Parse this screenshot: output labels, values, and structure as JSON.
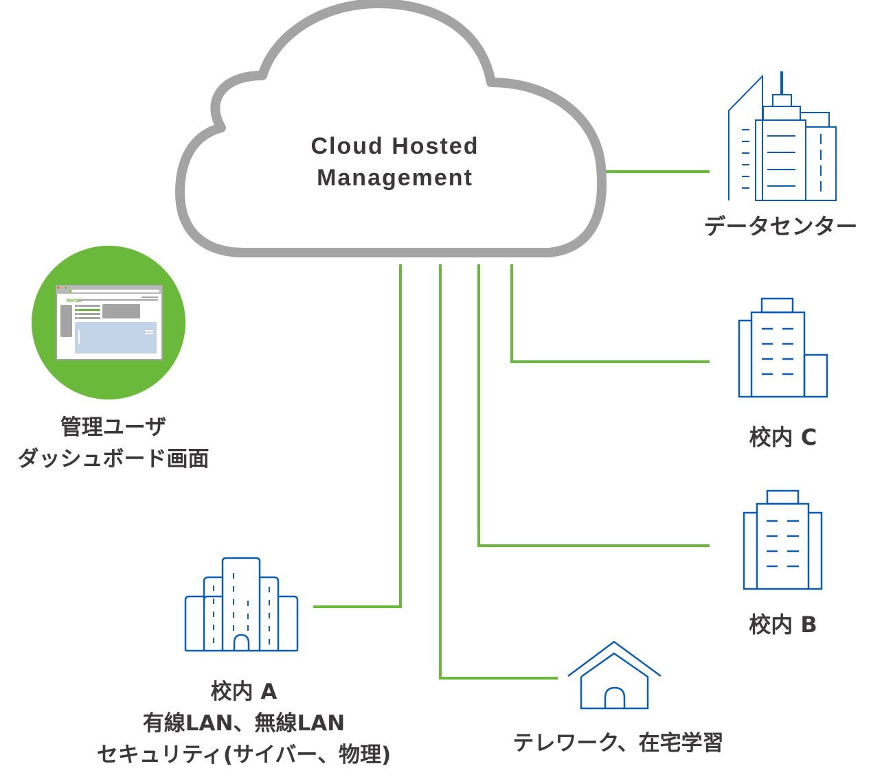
{
  "colors": {
    "cloud_stroke": "#a5a4a4",
    "connector": "#6ab93a",
    "icon_blue": "#0b5db3",
    "dashboard_circle": "#6ab93a",
    "text": "#3a3838"
  },
  "cloud": {
    "title_line1": "Cloud Hosted",
    "title_line2": "Management",
    "icon": "cloud-icon"
  },
  "nodes": {
    "datacenter": {
      "label": "データセンター",
      "icon": "datacenter-buildings-icon"
    },
    "campus_c": {
      "label": "校内 C",
      "icon": "office-building-icon"
    },
    "campus_b": {
      "label": "校内 B",
      "icon": "office-building-icon"
    },
    "campus_a": {
      "line1": "校内 A",
      "line2": "有線LAN、無線LAN",
      "line3": "セキュリティ(サイバー、物理)",
      "icon": "school-building-icon"
    },
    "telework": {
      "label": "テレワーク、在宅学習",
      "icon": "house-icon"
    },
    "dashboard": {
      "line1": "管理ユーザ",
      "line2": "ダッシュボード画面",
      "icon": "dashboard-screen-icon",
      "brand_text": "Meraki"
    }
  }
}
